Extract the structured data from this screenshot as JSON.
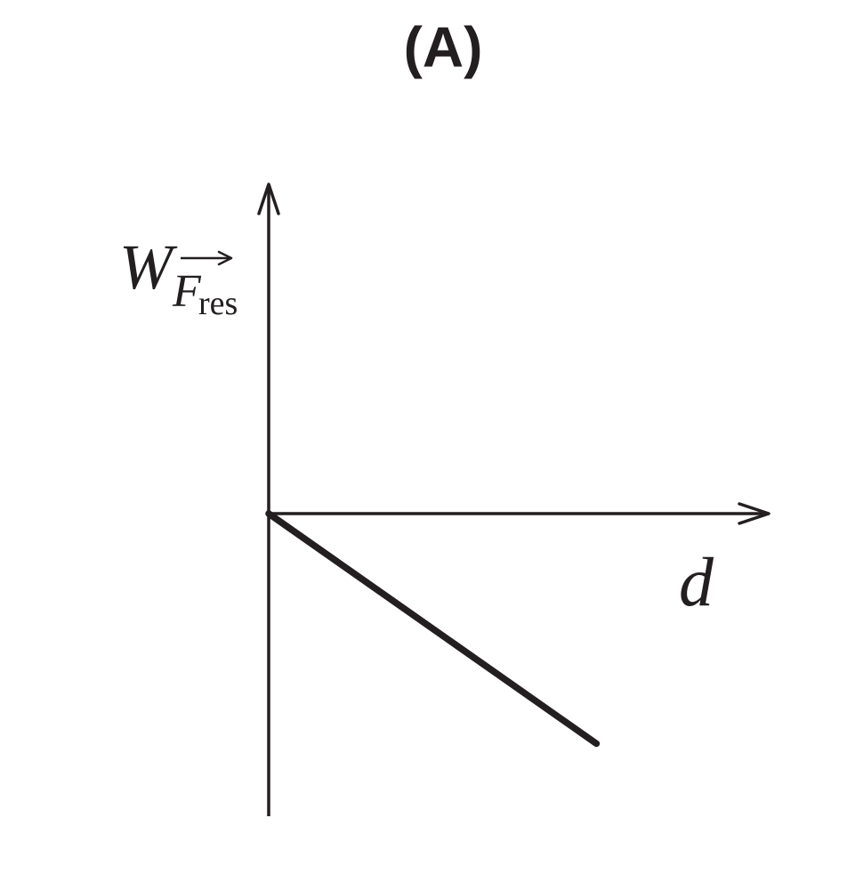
{
  "chart_data": {
    "type": "line",
    "title": "(A)",
    "ylabel": {
      "main": "W",
      "vector": "F",
      "subscript": "res"
    },
    "xlabel": "d",
    "series": [
      {
        "x": [
          0,
          1
        ],
        "y": [
          0,
          -1
        ]
      }
    ],
    "xlim": [
      0,
      1.52
    ],
    "ylim": [
      -1.31,
      1.43
    ],
    "grid": false,
    "axis_arrows": true,
    "ticks": "none",
    "line_color": "#231f20"
  }
}
